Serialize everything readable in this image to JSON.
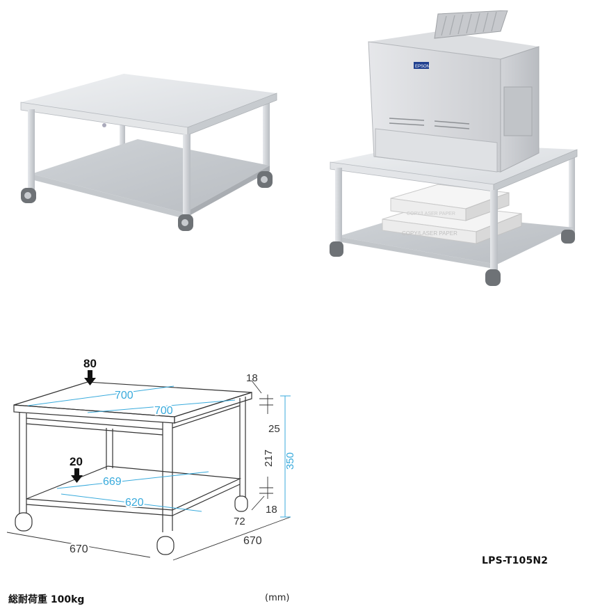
{
  "product": {
    "model": "LPS-T105N2",
    "load_capacity_label": "総耐荷重 100kg",
    "unit_label": "(mm)"
  },
  "images": {
    "empty_stand": "printer-stand-empty-photo",
    "stand_with_printer": "printer-stand-with-printer-photo"
  },
  "printer_brand": "EPSON",
  "paper_label": "COPY/LASER PAPER",
  "diagram": {
    "top_load": "80",
    "shelf_load": "20",
    "top_depth": "700",
    "top_width": "700",
    "shelf_depth": "669",
    "shelf_width": "620",
    "overall_width": "670",
    "overall_depth": "670",
    "top_thickness": "18",
    "upper_gap": "25",
    "middle_height": "217",
    "shelf_thickness": "18",
    "caster_height": "72",
    "total_height": "350"
  },
  "colors": {
    "dimension_blue": "#38aadc",
    "line": "#333333",
    "stand_gray": "#d9dcdf"
  }
}
